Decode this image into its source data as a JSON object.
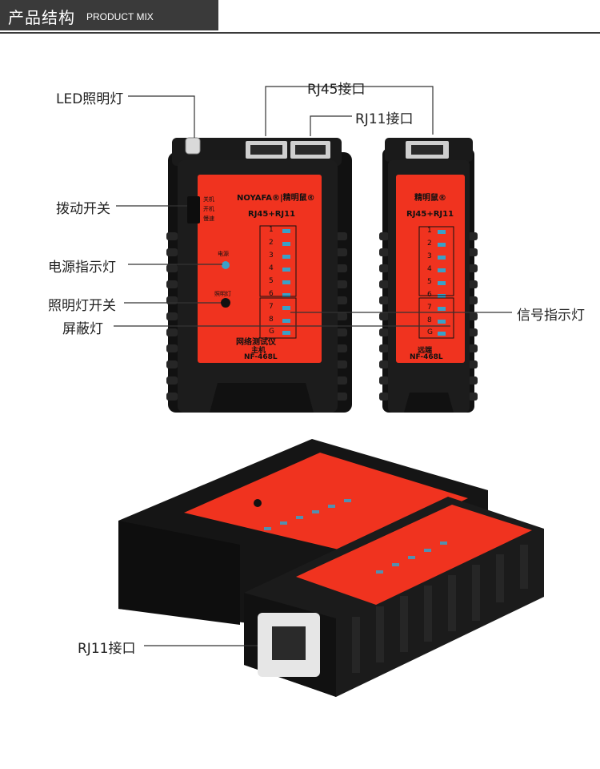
{
  "header": {
    "title": "产品结构",
    "subtitle": "PRODUCT MIX"
  },
  "labels": {
    "led_light": "LED照明灯",
    "rj45_port": "RJ45接口",
    "rj11_port_top": "RJ11接口",
    "toggle_switch": "拨动开关",
    "power_indicator": "电源指示灯",
    "light_switch": "照明灯开关",
    "shield_light": "屏蔽灯",
    "signal_indicator": "信号指示灯",
    "rj11_port_bottom": "RJ11接口"
  },
  "main_unit": {
    "brand": "NOYAFA®|精明鼠®",
    "port_label": "RJ45+RJ11",
    "switch_positions": [
      "关机",
      "开机",
      "慢速"
    ],
    "power_text": "电源",
    "light_text": "照明灯",
    "name": "网络测试仪",
    "role": "主机",
    "model": "NF-468L",
    "led_numbers": [
      "1",
      "2",
      "3",
      "4",
      "5",
      "6",
      "7",
      "8",
      "G"
    ]
  },
  "remote_unit": {
    "brand": "精明鼠®",
    "port_label": "RJ45+RJ11",
    "role": "远端",
    "model": "NF-468L",
    "led_numbers": [
      "1",
      "2",
      "3",
      "4",
      "5",
      "6",
      "7",
      "8",
      "G"
    ]
  },
  "colors": {
    "body": "#1c1c1c",
    "panel": "#f0331f",
    "led": "#3aa0c8",
    "header": "#3a3a3a"
  }
}
